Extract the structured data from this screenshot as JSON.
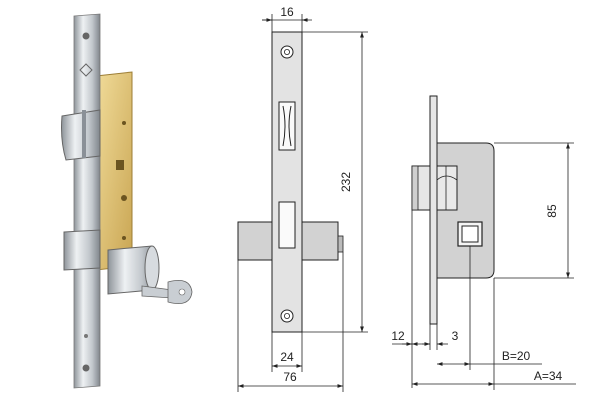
{
  "front_view": {
    "width_label": "16",
    "height_label": "232",
    "strike_label": "24",
    "bolt_label": "76"
  },
  "side_view": {
    "height_label": "85",
    "left_offset_label": "12",
    "plate_label": "3",
    "b_label": "B=20",
    "a_label": "A=34"
  },
  "colors": {
    "line": "#222222",
    "plate": "#d4d4d4",
    "body": "#d2d2d2",
    "brass": "#e3c77a",
    "chrome": "#b9bec4"
  }
}
